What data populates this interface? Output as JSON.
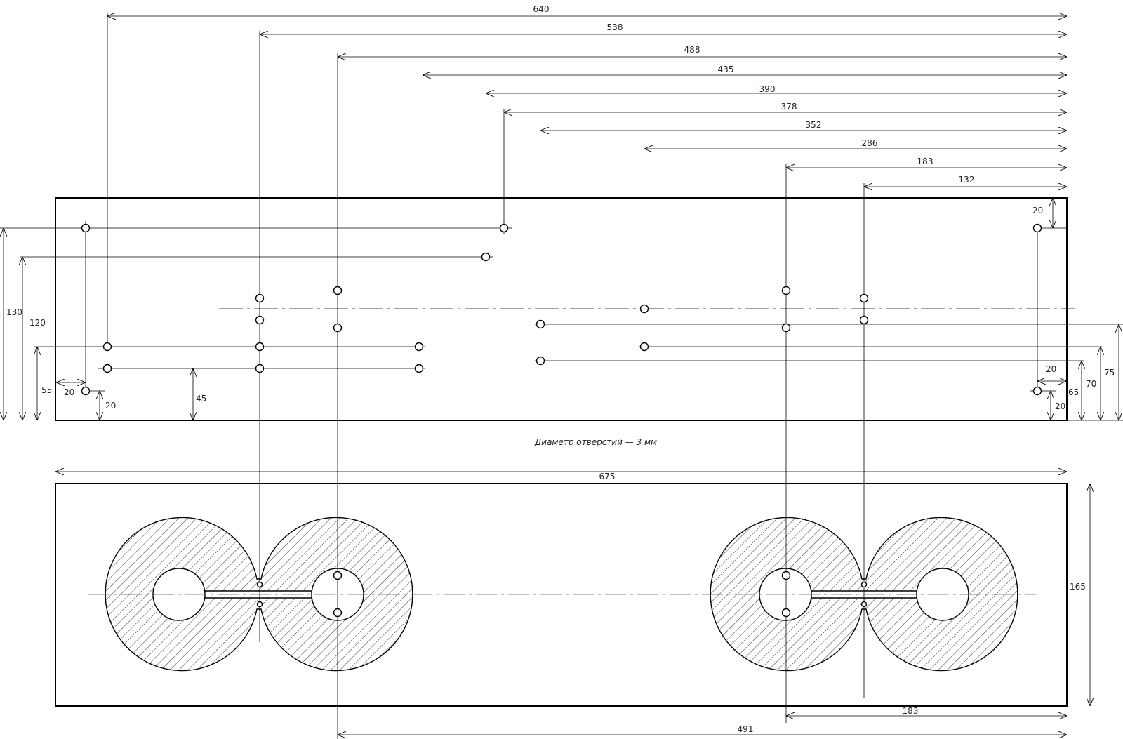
{
  "drawing": {
    "note": "Диаметр отверстий — 3 мм",
    "dimensions": {
      "top_horizontal": [
        "640",
        "538",
        "488",
        "435",
        "390",
        "378",
        "352",
        "286",
        "183",
        "132"
      ],
      "left_vertical": [
        "130",
        "120",
        "55"
      ],
      "small": [
        "20",
        "20",
        "45",
        "20",
        "20",
        "20"
      ],
      "right_vertical": [
        "65",
        "70",
        "75"
      ],
      "width_675": "675",
      "height_165": "165",
      "bottom_183": "183",
      "bottom_491": "491"
    }
  }
}
